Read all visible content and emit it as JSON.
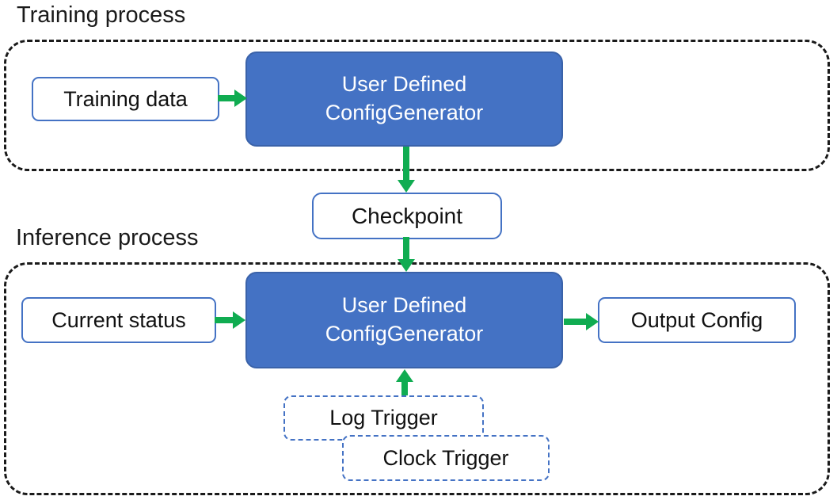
{
  "titles": {
    "training": "Training process",
    "inference": "Inference process"
  },
  "nodes": {
    "training_data": {
      "label": "Training data"
    },
    "generator_training": {
      "line1": "User Defined",
      "line2": "ConfigGenerator"
    },
    "checkpoint": {
      "label": "Checkpoint"
    },
    "current_status": {
      "label": "Current status"
    },
    "generator_inference": {
      "line1": "User Defined",
      "line2": "ConfigGenerator"
    },
    "output_config": {
      "label": "Output Config"
    },
    "log_trigger": {
      "label": "Log Trigger"
    },
    "clock_trigger": {
      "label": "Clock Trigger"
    }
  },
  "colors": {
    "node_fill_blue": "#4472C4",
    "node_border_blue": "#4472C4",
    "arrow_green": "#10AC51",
    "container_border": "#1A1A1A",
    "text_dark": "#111111",
    "text_light": "#FFFFFF",
    "background": "#FFFFFF"
  }
}
